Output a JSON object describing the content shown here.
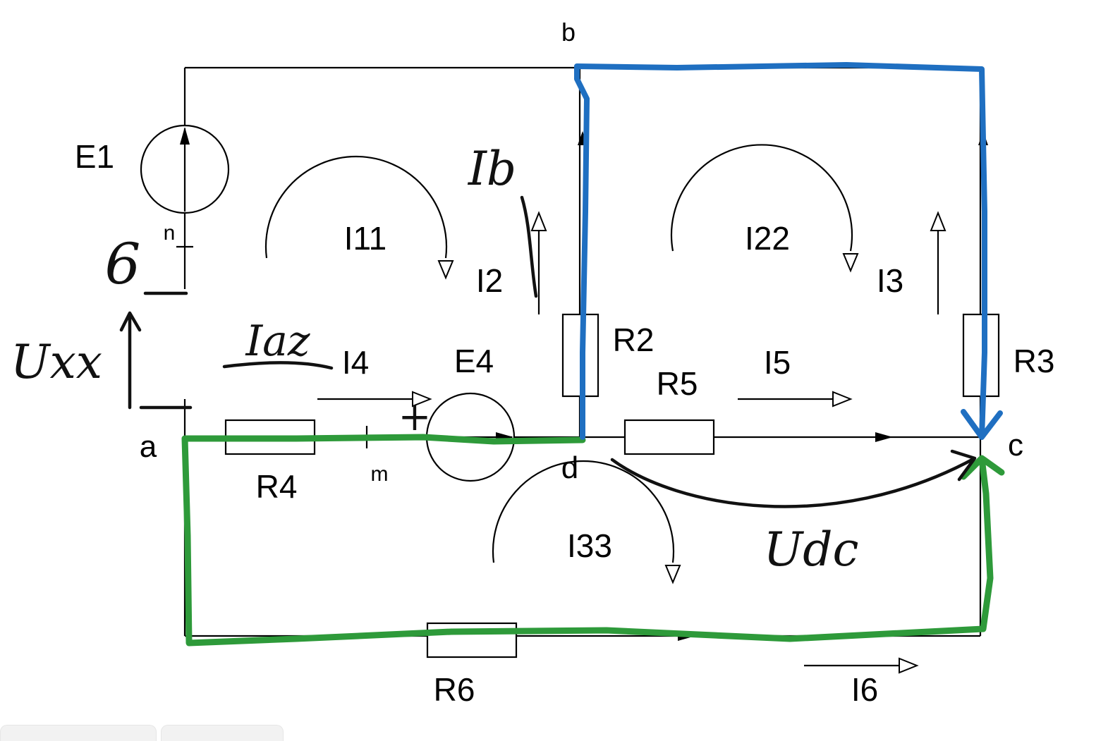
{
  "nodes": {
    "a": "a",
    "b": "b",
    "c": "c",
    "d": "d",
    "m": "m",
    "n": "n"
  },
  "sources": {
    "E1": "E1",
    "E4": "E4"
  },
  "resistors": {
    "R2": "R2",
    "R3": "R3",
    "R4": "R4",
    "R5": "R5",
    "R6": "R6"
  },
  "currents": {
    "I2": "I2",
    "I3": "I3",
    "I4": "I4",
    "I5": "I5",
    "I6": "I6"
  },
  "loops": {
    "I11": "I11",
    "I22": "I22",
    "I33": "I33"
  },
  "handwritten": {
    "Ib": "Ib",
    "Iaz": "Iaz",
    "Uxx": "Uxx",
    "Udc": "Udc",
    "six": "6",
    "plus": "+"
  },
  "colors": {
    "green_loop": "#2e9a3a",
    "blue_loop": "#1f6fc1",
    "wire": "#000000",
    "ink": "#111111"
  }
}
